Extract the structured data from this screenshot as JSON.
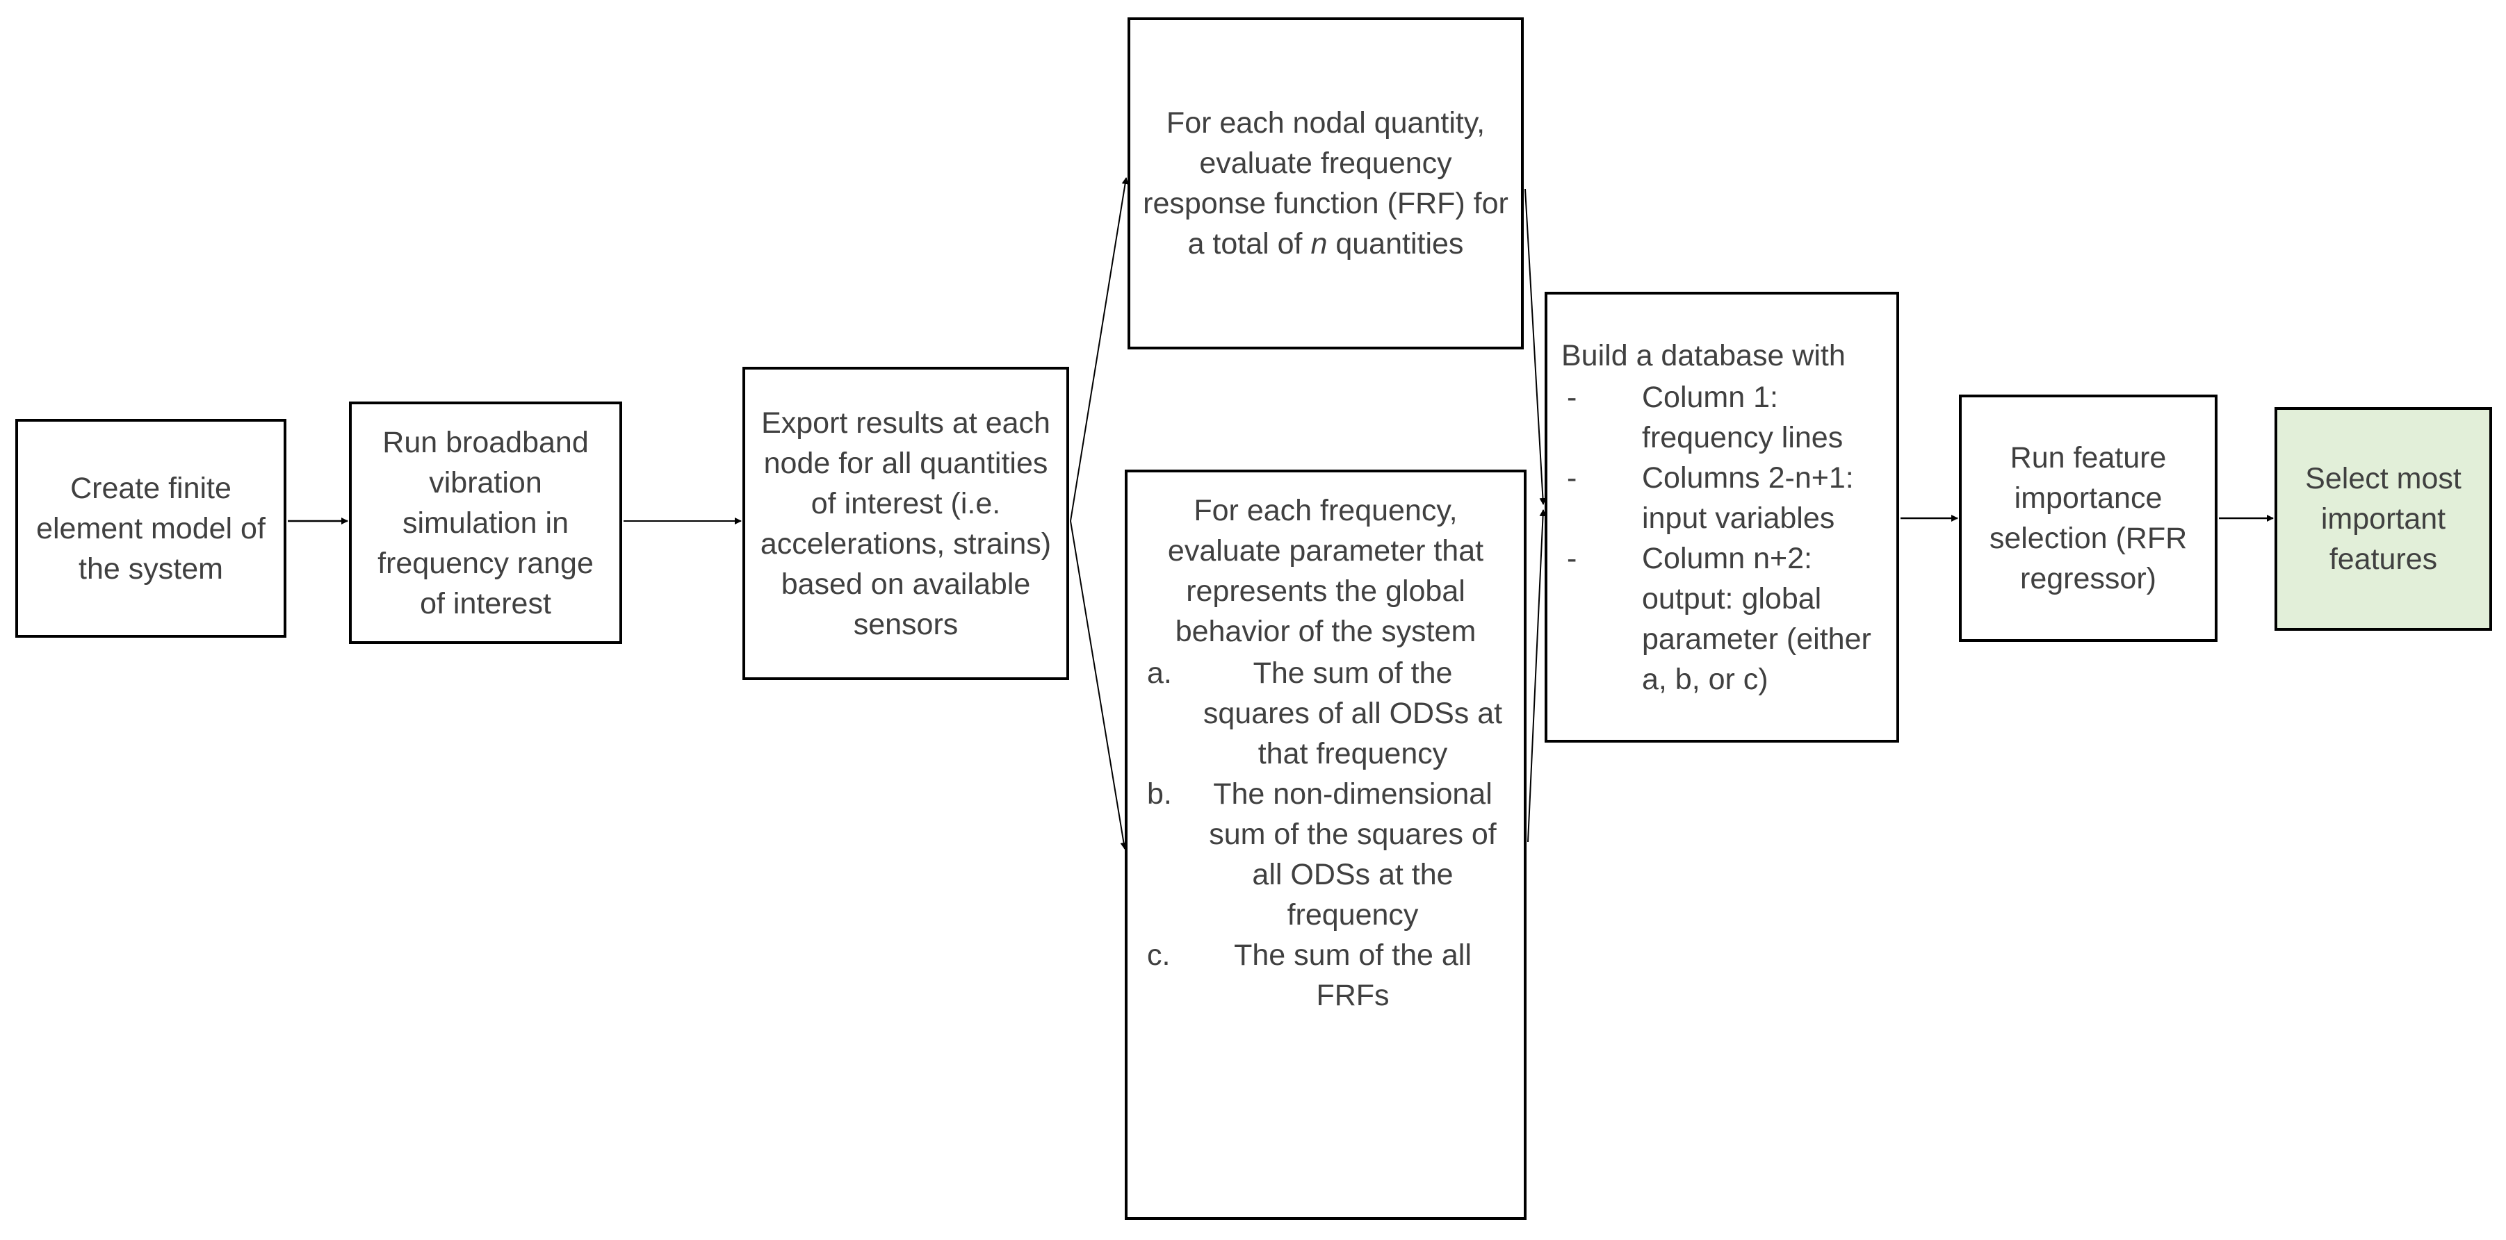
{
  "nodes": {
    "create_model": "Create finite element model of the system",
    "run_simulation": "Run broadband vibration simulation in frequency range of interest",
    "export_results": "Export results at each node for all quantities of interest (i.e. accelerations, strains) based on available sensors",
    "frf_eval": {
      "before_n": "For each nodal quantity, evaluate frequency response function (FRF) for a total of ",
      "n": "n",
      "after_n": " quantities"
    },
    "global_param": {
      "heading": "For each frequency, evaluate parameter that represents the global behavior of the system",
      "options": [
        {
          "marker": "a.",
          "text": "The sum of the squares of all ODSs at that frequency"
        },
        {
          "marker": "b.",
          "text": "The non-dimensional sum of the squares of all ODSs at the frequency"
        },
        {
          "marker": "c.",
          "text": "The sum of the all FRFs"
        }
      ]
    },
    "database": {
      "heading": "Build a database with",
      "items": [
        {
          "marker": "-",
          "text": "Column 1: frequency lines"
        },
        {
          "marker": "-",
          "text": "Columns 2-n+1: input variables"
        },
        {
          "marker": "-",
          "text": "Column n+2: output: global parameter (either a, b, or c)"
        }
      ]
    },
    "feature_selection": "Run feature importance selection (RFR regressor)",
    "select_features": "Select most important features"
  },
  "colors": {
    "highlight_fill": "#e2efd9",
    "border": "#000000",
    "text": "#404040"
  }
}
